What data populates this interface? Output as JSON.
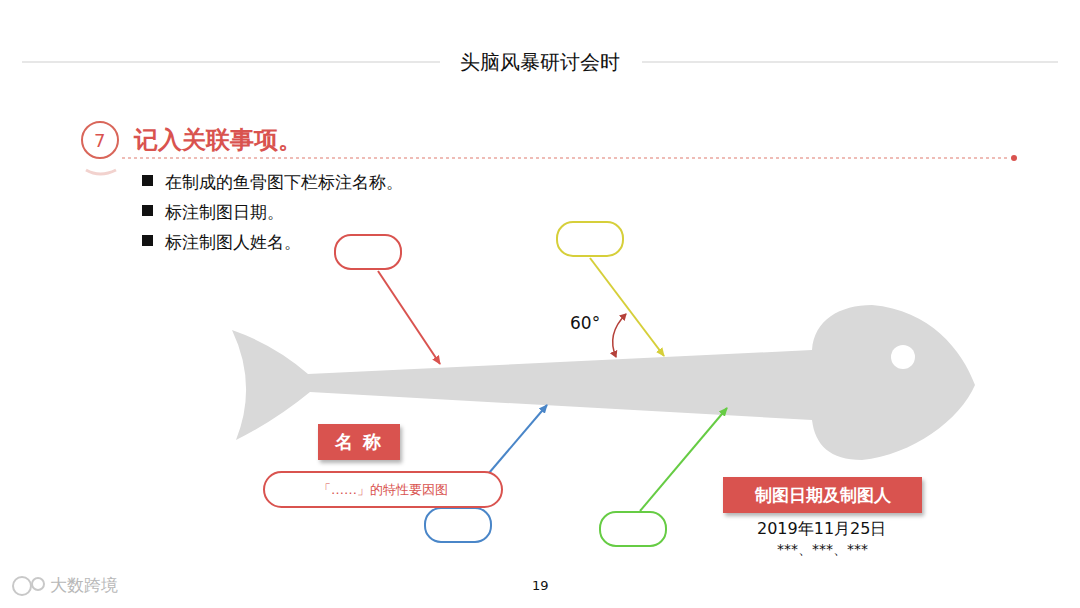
{
  "diagram": {
    "title": "头脑风暴研讨会时",
    "nodes": [
      {
        "text": [
          "名 称"
        ]
      },
      {
        "text": [
          "「……」的特性要因图"
        ]
      },
      {
        "text": [
          "制图日期及制图人"
        ]
      }
    ],
    "labels": [
      "7",
      "记入关联事项。",
      "在制成的鱼骨图下栏标注名称。",
      "标注制图日期。",
      "标注制图人姓名。",
      "60°",
      "2019年11月25日",
      "***、***、***",
      "19",
      "大数跨境"
    ]
  }
}
